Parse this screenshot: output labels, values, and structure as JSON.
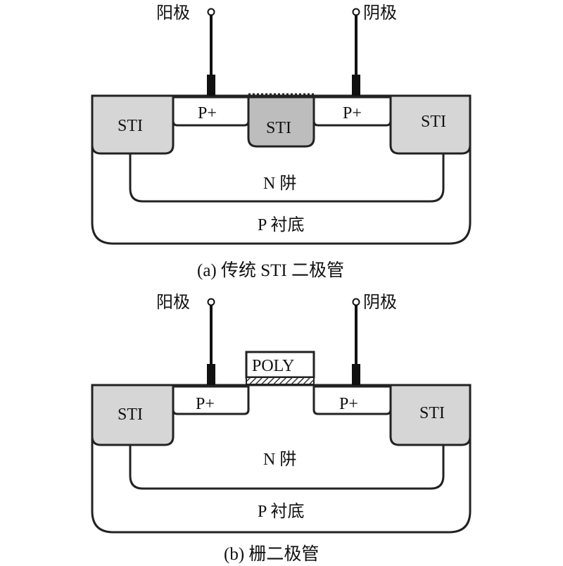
{
  "diagram_a": {
    "anode_label": "阳极",
    "cathode_label": "阴极",
    "sti_left": "STI",
    "sti_center": "STI",
    "sti_right": "STI",
    "p_plus_left": "P+",
    "p_plus_right": "P+",
    "n_well": "N 阱",
    "p_substrate": "P 衬底",
    "caption": "(a) 传统 STI 二极管"
  },
  "diagram_b": {
    "anode_label": "阳极",
    "cathode_label": "阴极",
    "poly": "POLY",
    "sti_left": "STI",
    "sti_right": "STI",
    "p_plus_left": "P+",
    "p_plus_right": "P+",
    "n_well": "N 阱",
    "p_substrate": "P 衬底",
    "caption": "(b) 栅二极管"
  },
  "colors": {
    "sti_fill": "#d6d6d6",
    "sti_center_fill": "#bdbdbd",
    "outline": "#222222",
    "background": "#ffffff"
  }
}
